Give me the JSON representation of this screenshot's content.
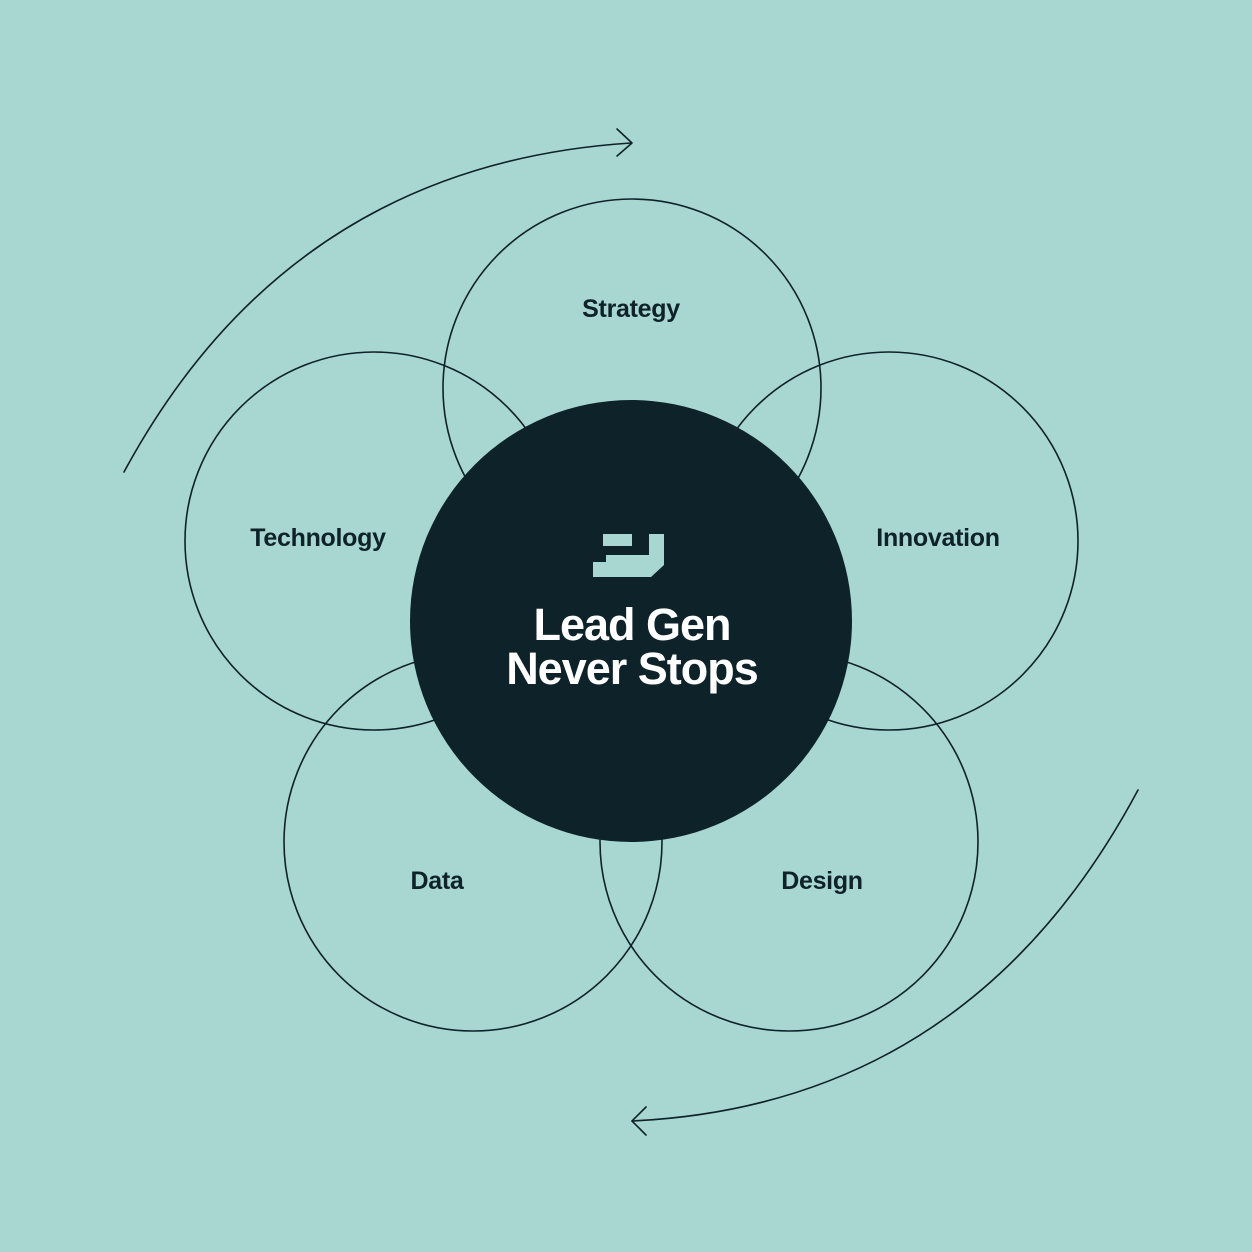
{
  "diagram": {
    "center": {
      "title_line1": "Lead Gen",
      "title_line2": "Never Stops",
      "logo": "brand-logo-icon"
    },
    "nodes": [
      {
        "label": "Strategy"
      },
      {
        "label": "Technology"
      },
      {
        "label": "Innovation"
      },
      {
        "label": "Data"
      },
      {
        "label": "Design"
      }
    ],
    "cycle_direction": "clockwise"
  },
  "colors": {
    "background": "#a8d6d0",
    "ink": "#0e2229",
    "hub_text": "#ffffff"
  }
}
